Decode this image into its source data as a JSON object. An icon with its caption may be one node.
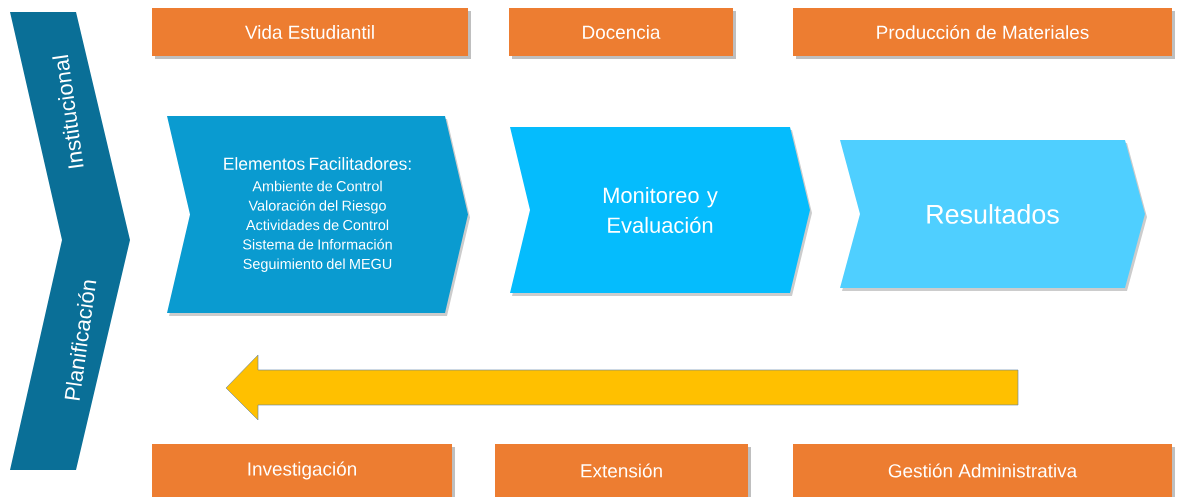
{
  "diagram": {
    "nodes": [
      {
        "text": [
          "Planificación",
          "Institucional"
        ]
      },
      {
        "text": [
          "Vida Estudiantil"
        ]
      },
      {
        "text": [
          "Docencia"
        ]
      },
      {
        "text": [
          "Producción de Materiales"
        ]
      },
      {
        "text": [
          "Elementos Facilitadores:",
          "Ambiente de Control",
          "Valoración del Riesgo",
          "Actividades de Control",
          "Sistema de Información",
          "Seguimiento del MEGU"
        ]
      },
      {
        "text": [
          "Monitoreo y Evaluación"
        ]
      },
      {
        "text": [
          "Resultados"
        ]
      },
      {
        "text": [
          "Investigación"
        ]
      },
      {
        "text": [
          "Extensión"
        ]
      },
      {
        "text": [
          "Gestión Administrativa"
        ]
      }
    ]
  }
}
